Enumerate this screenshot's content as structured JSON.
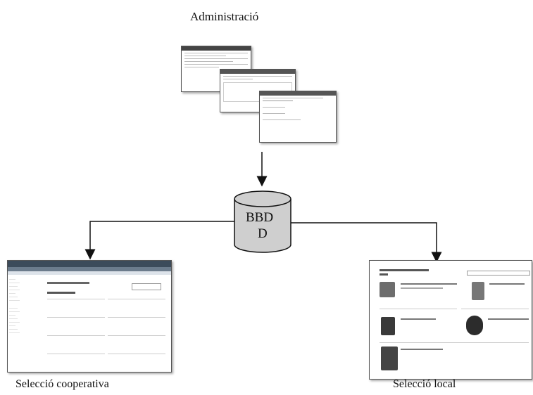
{
  "title": "Administració",
  "database": {
    "line1": "BBD",
    "line2": "D"
  },
  "left_label": "Selecció cooperativa",
  "right_label": "Selecció local"
}
